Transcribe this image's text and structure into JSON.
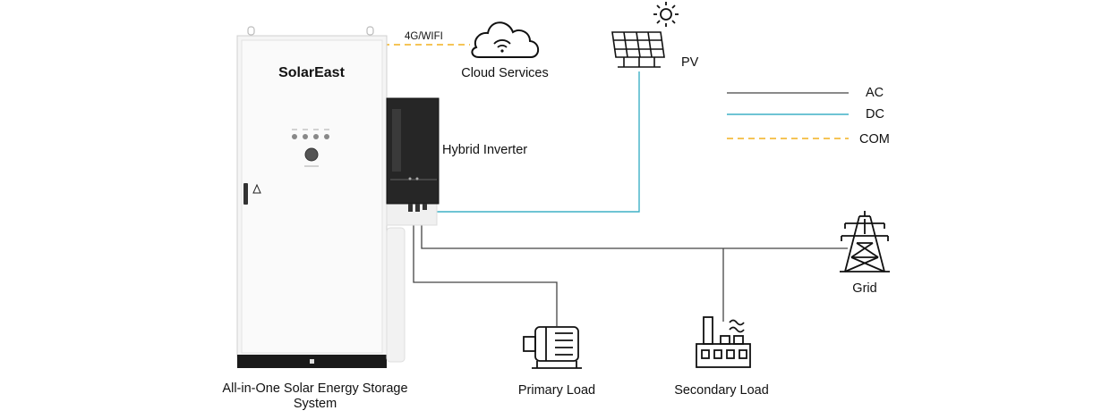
{
  "labels": {
    "com_link": "4G/WIFI",
    "cloud": "Cloud Services",
    "pv": "PV",
    "inverter": "Hybrid Inverter",
    "grid": "Grid",
    "primary_load": "Primary Load",
    "secondary_load": "Secondary Load",
    "storage_line1": "All-in-One Solar Energy Storage",
    "storage_line2": "System"
  },
  "cabinet": {
    "brand": "SolarEast"
  },
  "legend": [
    {
      "label": "AC",
      "style": "solid",
      "color": "#444444"
    },
    {
      "label": "DC",
      "style": "solid",
      "color": "#3fb1c6"
    },
    {
      "label": "COM",
      "style": "dashed",
      "color": "#f2b01e"
    }
  ],
  "colors": {
    "ac": "#444444",
    "dc": "#3fb1c6",
    "com": "#f2b01e",
    "icon": "#111111",
    "cabinet_body": "#f4f4f4",
    "inverter_body": "#262626"
  },
  "icons": [
    "cloud-wifi-icon",
    "solar-panel-icon",
    "sun-icon",
    "transmission-tower-icon",
    "motor-icon",
    "factory-icon"
  ]
}
